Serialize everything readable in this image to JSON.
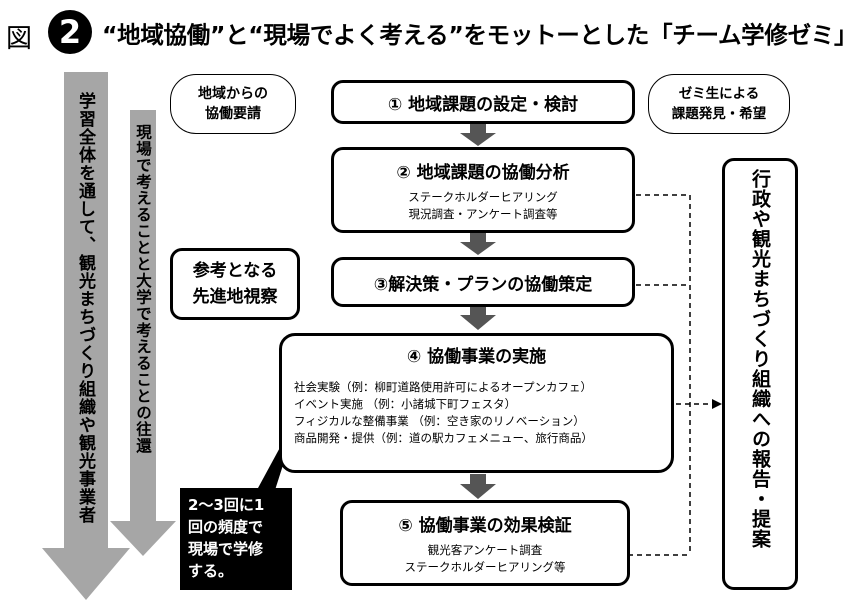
{
  "header": {
    "fig_label": "図",
    "fig_number": "2",
    "title": "“地域協働”と“現場でよく考える”をモットーとした「チーム学修ゼミ」"
  },
  "left_arrows": {
    "outer_text": "学習全体を通して、観光まちづくり組織や観光事業者",
    "inner_text": "現場で考えることと大学で考えることの往還"
  },
  "side_boxes": {
    "request": "地域からの\n協働要請",
    "seminar": "ゼミ生による\n課題発見・希望",
    "visit": "参考となる\n先進地視察",
    "frequency": "2〜3回に1\n回の頻度で\n現場で学修\nする。"
  },
  "steps": [
    {
      "title": "① 地域課題の設定・検討",
      "details": []
    },
    {
      "title": "② 地域課題の協働分析",
      "details": [
        "ステークホルダーヒアリング",
        "現況調査・アンケート調査等"
      ]
    },
    {
      "title": "③解決策・プランの協働策定",
      "details": []
    },
    {
      "title": "④ 協働事業の実施",
      "details": [
        "社会実験（例：柳町道路使用許可によるオープンカフェ）",
        "イベント実施 （例：小諸城下町フェスタ）",
        "フィジカルな整備事業 （例：空き家のリノベーション）",
        "商品開発・提供（例：道の駅カフェメニュー、旅行商品）"
      ]
    },
    {
      "title": "⑤ 協働事業の効果検証",
      "details": [
        "観光客アンケート調査",
        "ステークホルダーヒアリング等"
      ]
    }
  ],
  "report_box": "行政や観光まちづくり組織への報告・提案",
  "colors": {
    "arrow_gray": "#a6a6a6",
    "arrow_dark": "#555555",
    "black": "#000000"
  }
}
